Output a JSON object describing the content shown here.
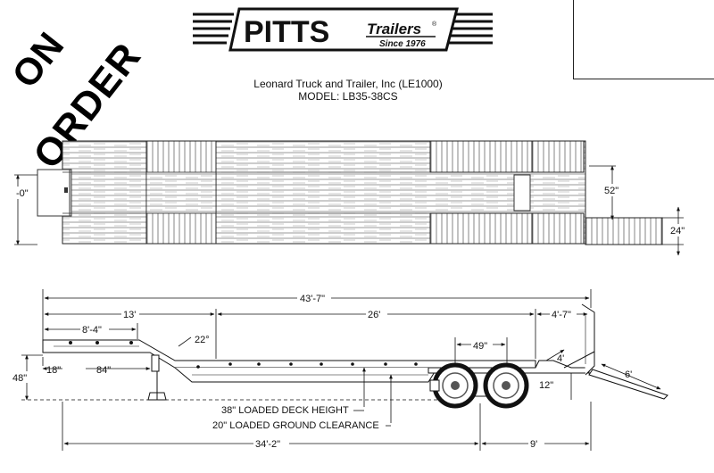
{
  "stamp": {
    "line1": "ON",
    "line2": "ORDER"
  },
  "logo": {
    "brand": "PITTS",
    "sub": "Trailers",
    "reg": "®",
    "since": "Since 1976"
  },
  "header": {
    "dealer": "Leonard Truck and Trailer, Inc (LE1000)",
    "model": "MODEL:  LB35-38CS"
  },
  "top_view": {
    "dims": {
      "width_left": "-0\"",
      "ramp_gap": "52\"",
      "ramp_width": "24\""
    }
  },
  "side_view": {
    "dims": {
      "overall": "43'-7\"",
      "front": "13'",
      "main": "26'",
      "rear": "4'-7\"",
      "gooseneck": "8'-4\"",
      "neck_angle": "22°",
      "axle_spread": "49\"",
      "pin_height": "18\"",
      "kingpin_setback": "84\"",
      "front_height": "48\"",
      "dove": "4'",
      "ramp_len": "6'",
      "rear_drop": "12\"",
      "to_axle": "34'-2\"",
      "axle_to_rear": "9'"
    },
    "notes": {
      "deck_height": "38\" LOADED DECK HEIGHT",
      "ground_clearance": "20\" LOADED GROUND CLEARANCE"
    }
  }
}
